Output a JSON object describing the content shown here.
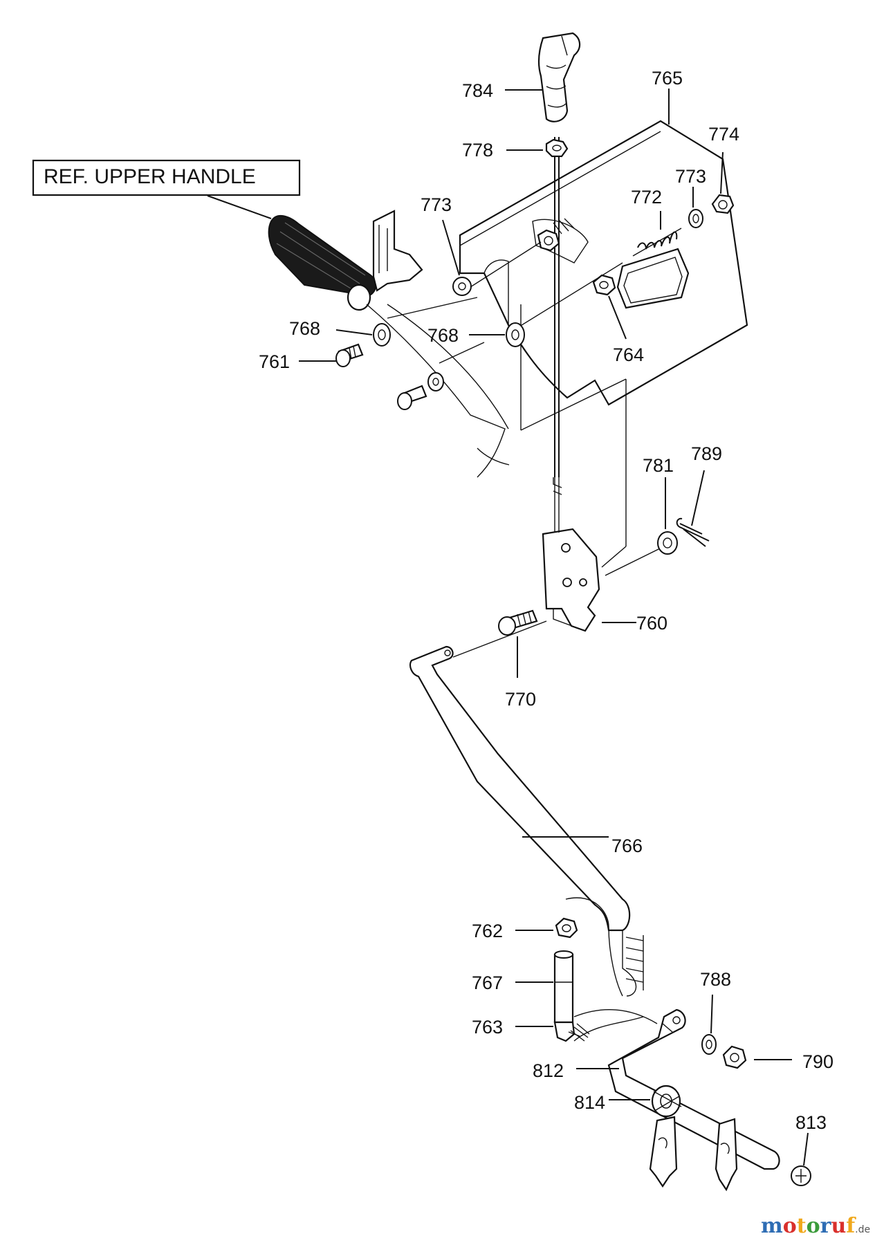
{
  "reference_box": {
    "text": "REF. UPPER HANDLE"
  },
  "part_labels": {
    "p784": "784",
    "p765": "765",
    "p778": "778",
    "p774": "774",
    "p773a": "773",
    "p772": "772",
    "p773b": "773",
    "p768a": "768",
    "p768b": "768",
    "p761": "761",
    "p764": "764",
    "p781": "781",
    "p789": "789",
    "p760": "760",
    "p770": "770",
    "p766": "766",
    "p762": "762",
    "p767": "767",
    "p763": "763",
    "p788": "788",
    "p790": "790",
    "p812": "812",
    "p814": "814",
    "p813": "813"
  },
  "watermark": {
    "letters": [
      "m",
      "o",
      "t",
      "o",
      "r",
      "u",
      "f"
    ],
    "tld": ".de",
    "colors": [
      "#2e6db4",
      "#d9302c",
      "#f0a81c",
      "#3b9b3b",
      "#2e6db4",
      "#d9302c",
      "#f0a81c"
    ]
  }
}
